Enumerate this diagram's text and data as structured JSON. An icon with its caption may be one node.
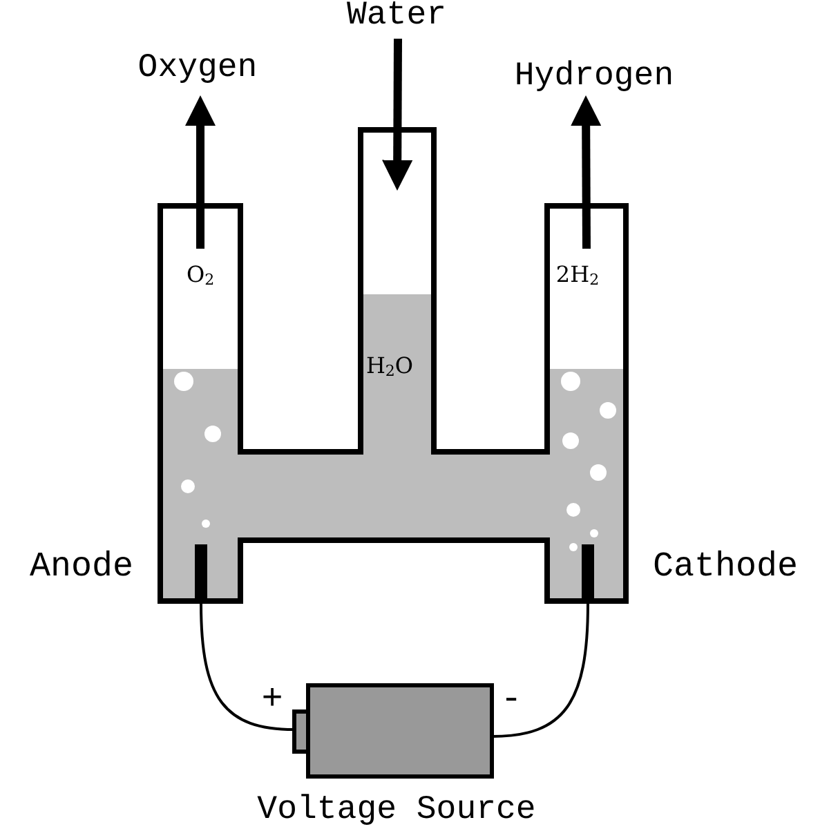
{
  "diagram": {
    "nodes": [
      {
        "text": [
          "Water"
        ]
      },
      {
        "text": [
          "Oxygen"
        ]
      },
      {
        "text": [
          "Hydrogen"
        ]
      },
      {
        "text": [
          "O$_{2}$"
        ]
      },
      {
        "text": [
          "H$_{2}$O"
        ]
      },
      {
        "text": [
          "2H$_{2}$"
        ]
      },
      {
        "text": [],
        "shape": "tube"
      },
      {
        "text": [],
        "shape": "bar",
        "in": 3,
        "beside": [
          "Anode"
        ]
      },
      {
        "text": [],
        "shape": "bar",
        "in": 5,
        "beside": [
          "Cathode"
        ]
      },
      {
        "text": [],
        "shape": "box",
        "beside": [
          "+",
          "-",
          "Voltage Source"
        ]
      }
    ],
    "edges": [
      {
        "from": 3,
        "to": 1,
        "arrow": "to"
      },
      {
        "from": 0,
        "to": 4,
        "arrow": "to"
      },
      {
        "from": 5,
        "to": 2,
        "arrow": "to"
      },
      {
        "from": 7,
        "to": 9,
        "arrow": "none"
      },
      {
        "from": 8,
        "to": 9,
        "arrow": "none"
      }
    ]
  }
}
